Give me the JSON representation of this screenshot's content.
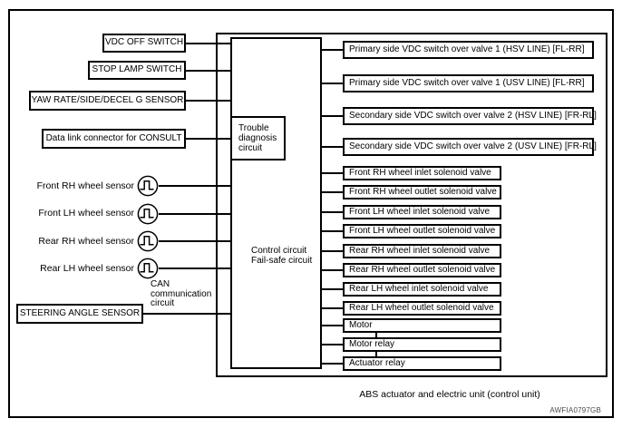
{
  "diagram": {
    "caption": "ABS actuator and electric unit (control unit)",
    "stamp": "AWFIA0797GB",
    "colors": {
      "line": "#000000",
      "background": "#ffffff",
      "stamp_text": "#4a4a4a"
    },
    "inputs": [
      {
        "label": "VDC OFF SWITCH"
      },
      {
        "label": "STOP LAMP SWITCH"
      },
      {
        "label": "YAW RATE/SIDE/DECEL G SENSOR"
      },
      {
        "label": "Data link connector for CONSULT"
      }
    ],
    "wheel_sensors": [
      {
        "label": "Front RH wheel sensor",
        "icon": "pulse-signal-icon"
      },
      {
        "label": "Front LH wheel sensor",
        "icon": "pulse-signal-icon"
      },
      {
        "label": "Rear RH wheel sensor",
        "icon": "pulse-signal-icon"
      },
      {
        "label": "Rear LH wheel sensor",
        "icon": "pulse-signal-icon"
      }
    ],
    "steering_sensor_label": "STEERING ANGLE SENSOR",
    "can_circuit_label": "CAN\ncommunication\ncircuit",
    "trouble_circuit_label": "Trouble\ndiagnosis\ncircuit",
    "control_circuit_label": "Control circuit\nFail-safe circuit",
    "outputs": [
      {
        "label": "Primary side VDC switch over valve 1 (HSV LINE) [FL-RR]",
        "size": "wide"
      },
      {
        "label": "Primary side VDC switch over valve 1 (USV LINE) [FL-RR]",
        "size": "wide"
      },
      {
        "label": "Secondary side VDC switch over valve 2 (HSV LINE) [FR-RL]",
        "size": "wide"
      },
      {
        "label": "Secondary side VDC switch over valve 2 (USV LINE) [FR-RL]",
        "size": "wide"
      },
      {
        "label": "Front RH wheel inlet solenoid valve",
        "size": "narrow"
      },
      {
        "label": "Front RH wheel outlet solenoid valve",
        "size": "narrow"
      },
      {
        "label": "Front LH wheel inlet solenoid valve",
        "size": "narrow"
      },
      {
        "label": "Front LH wheel outlet solenoid valve",
        "size": "narrow"
      },
      {
        "label": "Rear RH wheel inlet solenoid valve",
        "size": "narrow"
      },
      {
        "label": "Rear RH wheel outlet solenoid valve",
        "size": "narrow"
      },
      {
        "label": "Rear LH wheel inlet solenoid valve",
        "size": "narrow"
      },
      {
        "label": "Rear LH wheel outlet solenoid valve",
        "size": "narrow"
      },
      {
        "label": "Motor",
        "size": "narrow"
      },
      {
        "label": "Motor relay",
        "size": "narrow"
      },
      {
        "label": "Actuator relay",
        "size": "narrow"
      }
    ]
  }
}
